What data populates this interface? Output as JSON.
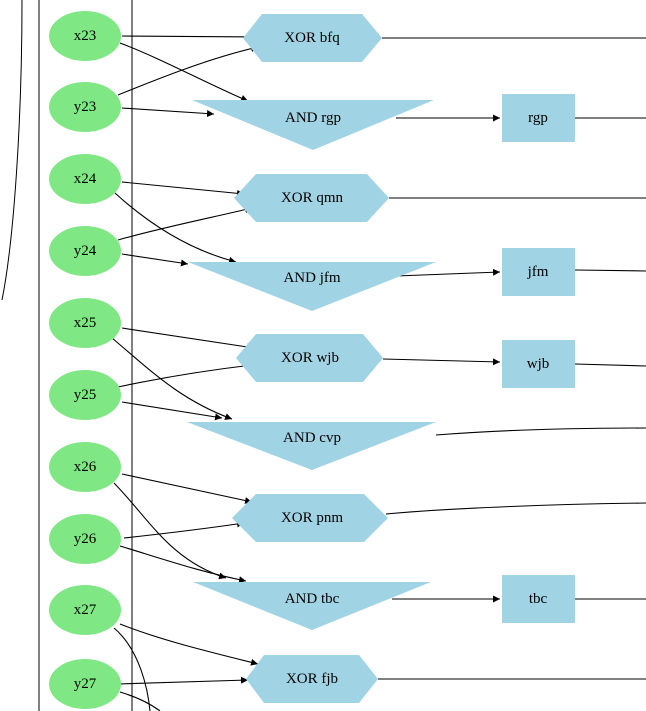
{
  "colors": {
    "input_node": "#7fe884",
    "gate_node": "#a0d3e3",
    "edge": "#000000",
    "background": "#ffffff"
  },
  "inputs": [
    {
      "id": "x23",
      "label": "x23"
    },
    {
      "id": "y23",
      "label": "y23"
    },
    {
      "id": "x24",
      "label": "x24"
    },
    {
      "id": "y24",
      "label": "y24"
    },
    {
      "id": "x25",
      "label": "x25"
    },
    {
      "id": "y25",
      "label": "y25"
    },
    {
      "id": "x26",
      "label": "x26"
    },
    {
      "id": "y26",
      "label": "y26"
    },
    {
      "id": "x27",
      "label": "x27"
    },
    {
      "id": "y27",
      "label": "y27"
    }
  ],
  "gates": [
    {
      "id": "xor_bfq",
      "label": "XOR bfq",
      "op": "XOR"
    },
    {
      "id": "and_rgp",
      "label": "AND rgp",
      "op": "AND"
    },
    {
      "id": "xor_qmn",
      "label": "XOR qmn",
      "op": "XOR"
    },
    {
      "id": "and_jfm",
      "label": "AND jfm",
      "op": "AND"
    },
    {
      "id": "xor_wjb",
      "label": "XOR wjb",
      "op": "XOR"
    },
    {
      "id": "and_cvp",
      "label": "AND cvp",
      "op": "AND"
    },
    {
      "id": "xor_pnm",
      "label": "XOR pnm",
      "op": "XOR"
    },
    {
      "id": "and_tbc",
      "label": "AND tbc",
      "op": "AND"
    },
    {
      "id": "xor_fjb",
      "label": "XOR fjb",
      "op": "XOR"
    }
  ],
  "outputs": [
    {
      "id": "rgp",
      "label": "rgp"
    },
    {
      "id": "jfm",
      "label": "jfm"
    },
    {
      "id": "wjb",
      "label": "wjb"
    },
    {
      "id": "tbc",
      "label": "tbc"
    }
  ],
  "edges": [
    {
      "from": "x23",
      "to": "xor_bfq"
    },
    {
      "from": "x23",
      "to": "and_rgp"
    },
    {
      "from": "y23",
      "to": "xor_bfq"
    },
    {
      "from": "y23",
      "to": "and_rgp"
    },
    {
      "from": "and_rgp",
      "to": "rgp"
    },
    {
      "from": "x24",
      "to": "xor_qmn"
    },
    {
      "from": "x24",
      "to": "and_jfm"
    },
    {
      "from": "y24",
      "to": "xor_qmn"
    },
    {
      "from": "y24",
      "to": "and_jfm"
    },
    {
      "from": "and_jfm",
      "to": "jfm"
    },
    {
      "from": "x25",
      "to": "xor_wjb"
    },
    {
      "from": "x25",
      "to": "and_cvp"
    },
    {
      "from": "y25",
      "to": "xor_wjb"
    },
    {
      "from": "y25",
      "to": "and_cvp"
    },
    {
      "from": "xor_wjb",
      "to": "wjb"
    },
    {
      "from": "x26",
      "to": "xor_pnm"
    },
    {
      "from": "x26",
      "to": "and_tbc"
    },
    {
      "from": "y26",
      "to": "xor_pnm"
    },
    {
      "from": "y26",
      "to": "and_tbc"
    },
    {
      "from": "and_tbc",
      "to": "tbc"
    },
    {
      "from": "x27",
      "to": "xor_fjb"
    },
    {
      "from": "y27",
      "to": "xor_fjb"
    }
  ]
}
